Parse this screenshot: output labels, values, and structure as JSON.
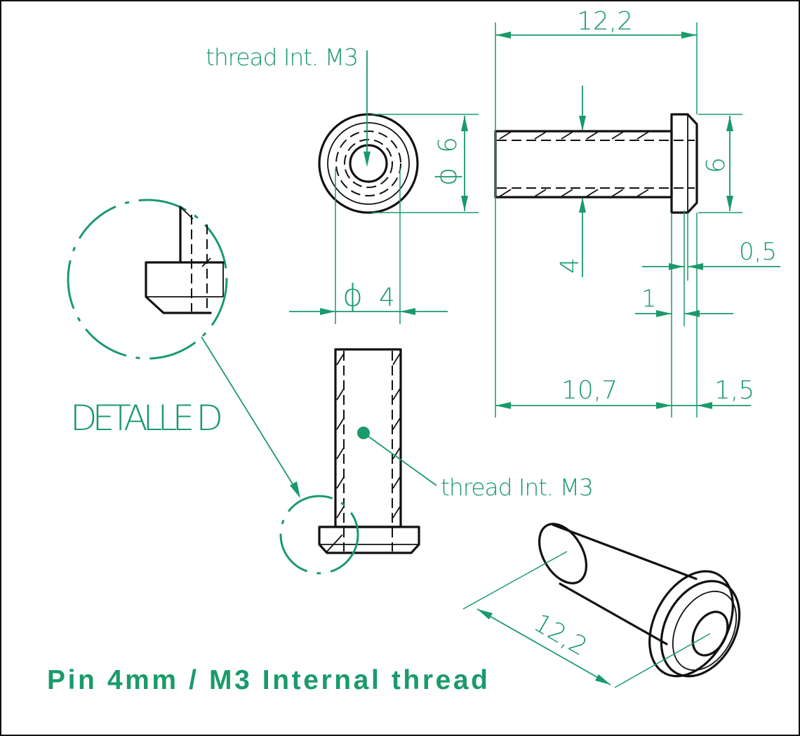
{
  "colors": {
    "annotation": "#1a9a6a",
    "outline": "#111111",
    "background": "#ffffff"
  },
  "labels": {
    "thread_top": "thread Int. M3",
    "thread_front": "thread Int. M3",
    "detail": "DETALLE D",
    "title": "Pin 4mm / M3 Internal thread"
  },
  "dimensions": {
    "overall_length": "12,2",
    "head_diameter_front": "6",
    "head_height_side": "6",
    "shank_diameter": "4",
    "chamfer": "0,5",
    "head_step": "1",
    "shank_length": "10,7",
    "head_thickness": "1,5",
    "iso_length": "12,2"
  },
  "diameter_symbol": "ϕ"
}
